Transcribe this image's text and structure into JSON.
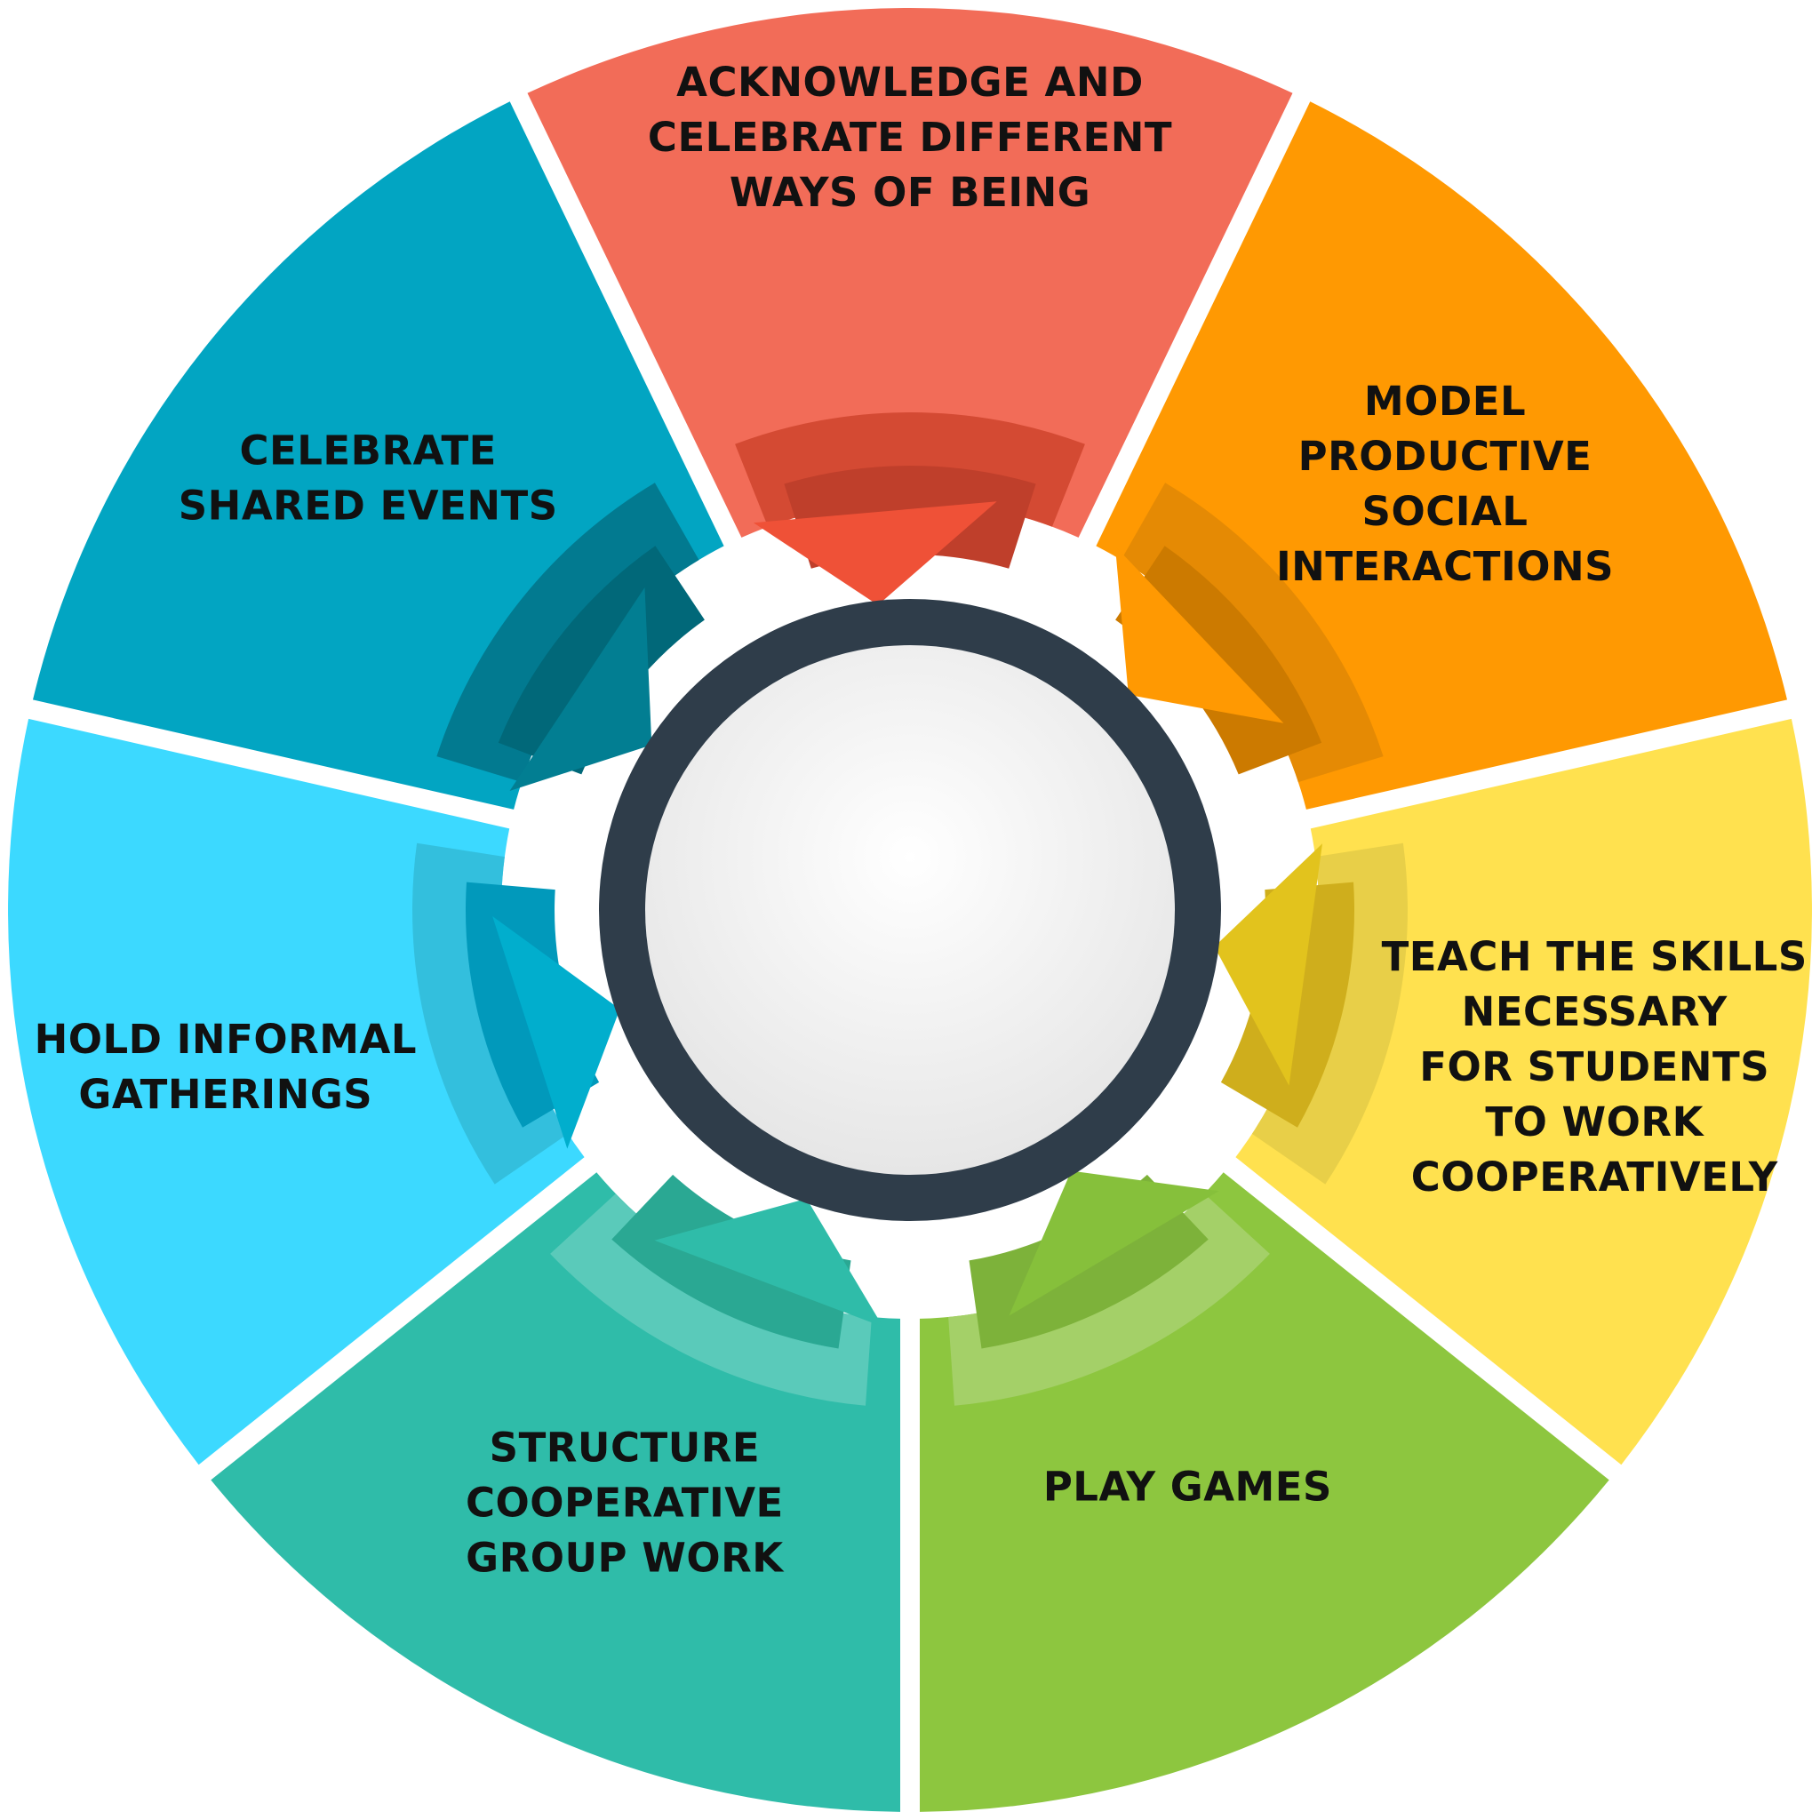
{
  "segments": [
    {
      "lines": [
        "ACKNOWLEDGE AND",
        "CELEBRATE DIFFERENT",
        "WAYS OF BEING"
      ],
      "color": "#F26C58",
      "band_mid": "#D44A33",
      "band_dark": "#BF3F2B",
      "arrow": "#EF5137"
    },
    {
      "lines": [
        "MODEL",
        "PRODUCTIVE",
        "SOCIAL",
        "INTERACTIONS"
      ],
      "color": "#FF9902",
      "band_mid": "#E58A04",
      "band_dark": "#CC7A00",
      "arrow": "#FF9902"
    },
    {
      "lines": [
        "TEACH THE SKILLS",
        "NECESSARY",
        "FOR STUDENTS",
        "TO WORK",
        "COOPERATIVELY"
      ],
      "color": "#FFE14F",
      "band_mid": "#E8CF48",
      "band_dark": "#CFAE1C",
      "arrow": "#E2C31D"
    },
    {
      "lines": [
        "PLAY GAMES"
      ],
      "color": "#8DC63F",
      "band_mid": "#A4D068",
      "band_dark": "#7DB23A",
      "arrow": "#86C03B"
    },
    {
      "lines": [
        "STRUCTURE",
        "COOPERATIVE",
        "GROUP WORK"
      ],
      "color": "#2FBCA9",
      "band_mid": "#5ACABA",
      "band_dark": "#2AA893",
      "arrow": "#2FBCA9"
    },
    {
      "lines": [
        "HOLD INFORMAL",
        "GATHERINGS"
      ],
      "color": "#3CD9FF",
      "band_mid": "#33BFDD",
      "band_dark": "#0199BB",
      "arrow": "#01AECD"
    },
    {
      "lines": [
        "CELEBRATE",
        "SHARED EVENTS"
      ],
      "color": "#02A5C2",
      "band_mid": "#027A90",
      "band_dark": "#016879",
      "arrow": "#027E92"
    }
  ],
  "hub": {
    "ring_color": "#2F3D4A",
    "center_color": "#F2F2F2"
  }
}
